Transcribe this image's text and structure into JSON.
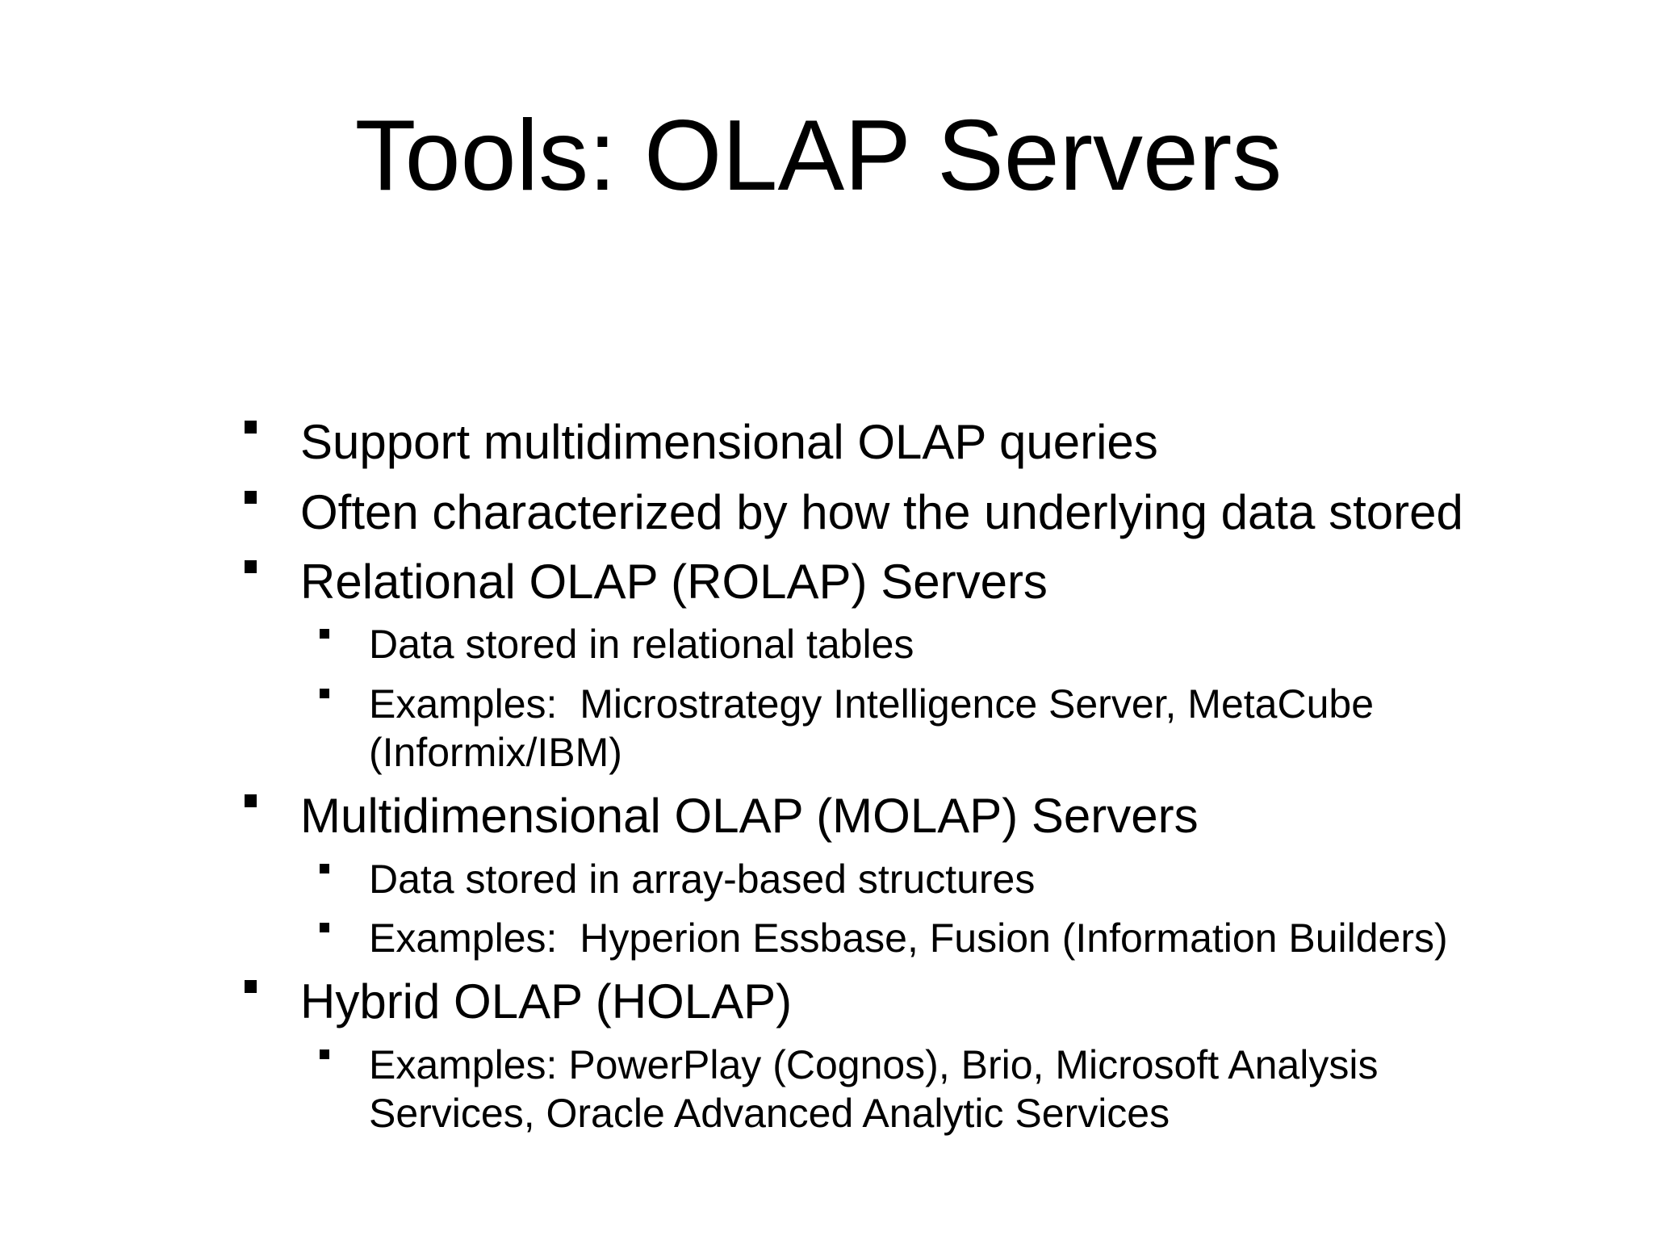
{
  "slide": {
    "title": "Tools: OLAP Servers",
    "bullets": [
      {
        "level": 1,
        "text": "Support multidimensional OLAP queries"
      },
      {
        "level": 1,
        "text": "Often characterized by how the underlying data stored"
      },
      {
        "level": 1,
        "text": "Relational OLAP (ROLAP) Servers"
      },
      {
        "level": 2,
        "text": "Data stored in relational tables"
      },
      {
        "level": 2,
        "text": "Examples:  Microstrategy Intelligence Server, MetaCube\n(Informix/IBM)"
      },
      {
        "level": 1,
        "text": "Multidimensional OLAP (MOLAP) Servers"
      },
      {
        "level": 2,
        "text": "Data stored in array-based structures"
      },
      {
        "level": 2,
        "text": "Examples:  Hyperion Essbase, Fusion (Information Builders)"
      },
      {
        "level": 1,
        "text": "Hybrid OLAP (HOLAP)"
      },
      {
        "level": 2,
        "text": "Examples: PowerPlay (Cognos), Brio, Microsoft Analysis\nServices, Oracle Advanced Analytic Services"
      }
    ]
  },
  "colors": {
    "background": "#ffffff",
    "text": "#000000"
  }
}
